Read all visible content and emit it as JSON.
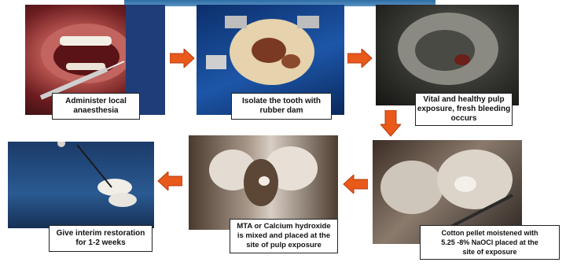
{
  "steps": [
    {
      "icon": "anaesthesia-photo",
      "lines": [
        "Administer local",
        "anaesthesia"
      ]
    },
    {
      "icon": "rubber-dam-photo",
      "lines": [
        "Isolate the tooth with",
        "rubber dam"
      ]
    },
    {
      "icon": "pulp-exposure-photo",
      "lines": [
        "Vital and healthy pulp",
        "exposure, fresh bleeding",
        "occurs"
      ]
    },
    {
      "icon": "cotton-pellet-photo",
      "lines": [
        "Cotton pellet moistened with",
        "5.25 -8% NaOCl placed at the",
        "site of exposure"
      ]
    },
    {
      "icon": "mta-placement-photo",
      "lines": [
        "MTA or Calcium hydroxide",
        "is mixed and placed at the",
        "site of pulp exposure"
      ]
    },
    {
      "icon": "interim-restoration-photo",
      "lines": [
        "Give interim restoration",
        "for 1-2 weeks"
      ]
    }
  ],
  "colors": {
    "arrow": "#e8591a",
    "arrow_edge": "#b63c10",
    "top_bar": "#3a78b0"
  }
}
